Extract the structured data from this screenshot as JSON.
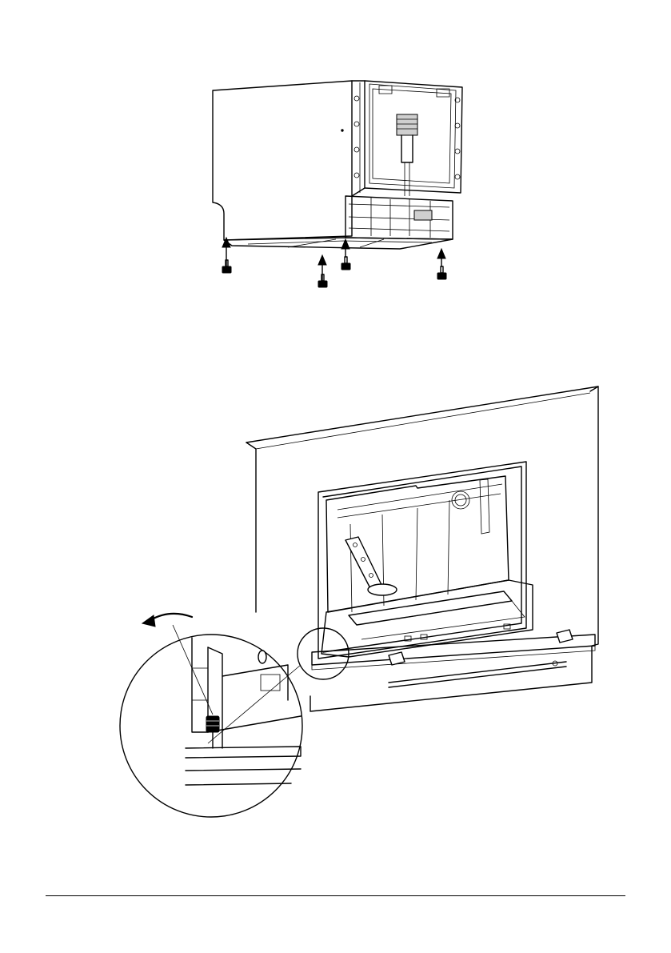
{
  "figures": [
    {
      "id": "leveling-feet-installation",
      "icon": "dishwasher-underside-with-feet-arrows-illustration"
    },
    {
      "id": "foot-adjustment-in-cabinet",
      "icon": "dishwasher-installed-with-rotation-detail-illustration"
    }
  ],
  "colors": {
    "line": "#000000",
    "background": "#ffffff"
  }
}
